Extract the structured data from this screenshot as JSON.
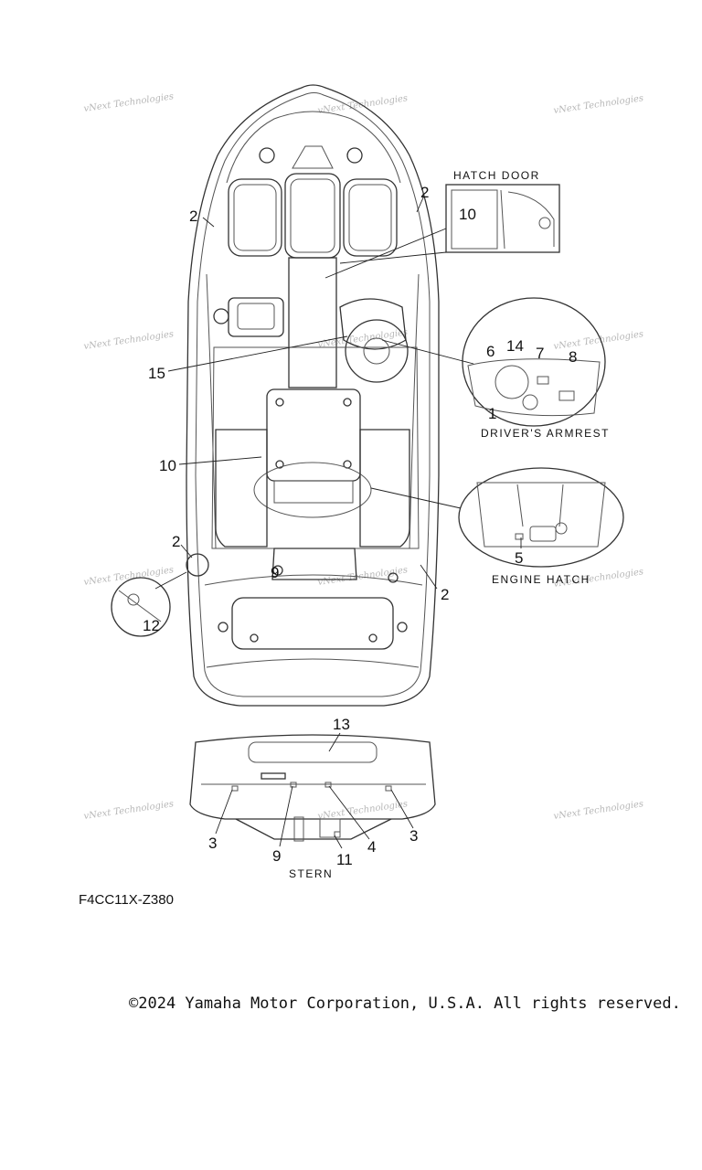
{
  "diagram": {
    "callouts": [
      "2",
      "2",
      "10",
      "15",
      "10",
      "2",
      "2",
      "12",
      "6",
      "14",
      "7",
      "8",
      "1",
      "5",
      "13",
      "3",
      "9",
      "4",
      "11",
      "3",
      "9"
    ],
    "captions": {
      "hatch_door": "HATCH DOOR",
      "drivers_armrest": "DRIVER'S ARMREST",
      "engine_hatch": "ENGINE HATCH",
      "stern": "STERN"
    },
    "watermark": "vNext Technologies",
    "part_code": "F4CC11X-Z380"
  },
  "footer": {
    "copyright": "©2024 Yamaha Motor Corporation, U.S.A. All rights reserved."
  }
}
